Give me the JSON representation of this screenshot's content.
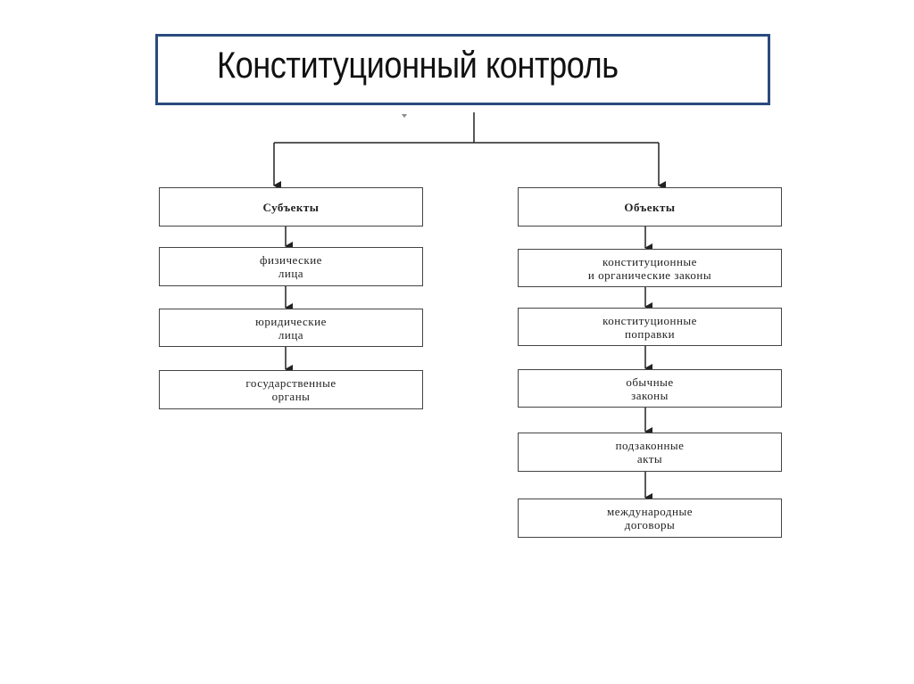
{
  "title": "Конституционный контроль",
  "subjects": {
    "header": "Субъекты",
    "items": [
      "физические\nлица",
      "юридические\nлица",
      "государственные\nорганы"
    ]
  },
  "objects": {
    "header": "Объекты",
    "items": [
      "конституционные\nи органические законы",
      "конституционные\nпоправки",
      "обычные\nзаконы",
      "подзаконные\nакты",
      "международные\nдоговоры"
    ]
  },
  "colors": {
    "title_border": "#2b4b7e",
    "line": "#222222"
  }
}
